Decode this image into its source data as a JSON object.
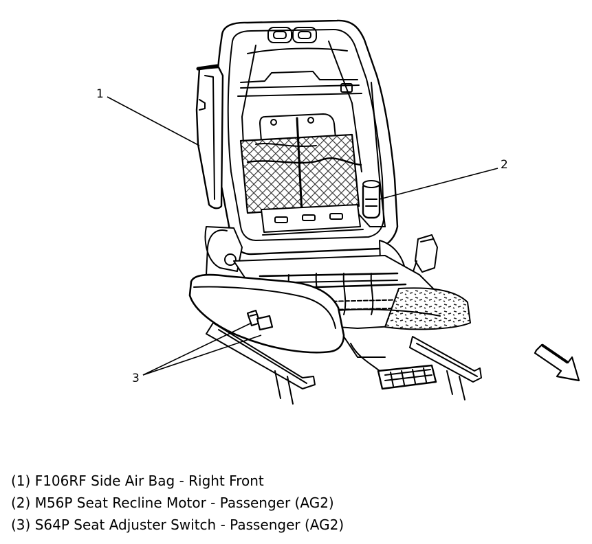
{
  "diagram": {
    "callouts": [
      {
        "id": "1",
        "label": "1"
      },
      {
        "id": "2",
        "label": "2"
      },
      {
        "id": "3",
        "label": "3"
      }
    ]
  },
  "legend": {
    "items": [
      "(1) F106RF Side Air Bag - Right Front",
      "(2) M56P Seat Recline Motor - Passenger (AG2)",
      "(3) S64P Seat Adjuster Switch - Passenger (AG2)"
    ]
  },
  "colors": {
    "line": "#000000",
    "background": "#ffffff",
    "mesh": "#3a3a3a"
  },
  "icons": {
    "direction": "front-direction-arrow-icon"
  }
}
